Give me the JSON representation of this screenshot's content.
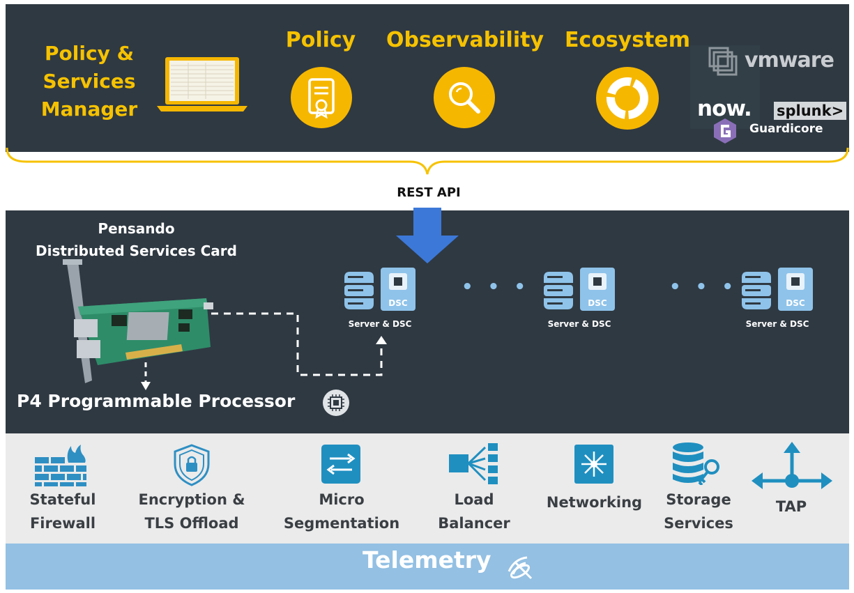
{
  "top": {
    "manager_lines": [
      "Policy &",
      "Services",
      "Manager"
    ],
    "categories": [
      "Policy",
      "Observability",
      "Ecosystem"
    ],
    "partners": [
      "vmware",
      "now.",
      "splunk>",
      "Guardicore"
    ]
  },
  "rest_api": "REST API",
  "card": {
    "title_lines": [
      "Pensando",
      "Distributed Services Card"
    ],
    "processor_label": "P4 Programmable Processor",
    "chip_tag": "DSC",
    "server_label": "Server & DSC",
    "ellipsis": "• • •"
  },
  "services": [
    {
      "lines": [
        "Stateful",
        "Firewall"
      ],
      "icon": "firewall-icon"
    },
    {
      "lines": [
        "Encryption &",
        "TLS Offload"
      ],
      "icon": "shield-lock-icon"
    },
    {
      "lines": [
        "Micro",
        "Segmentation"
      ],
      "icon": "segmentation-icon"
    },
    {
      "lines": [
        "Load",
        "Balancer"
      ],
      "icon": "load-balancer-icon"
    },
    {
      "lines": [
        "Networking"
      ],
      "icon": "network-icon"
    },
    {
      "lines": [
        "Storage",
        "Services"
      ],
      "icon": "storage-icon"
    },
    {
      "lines": [
        "TAP"
      ],
      "icon": "tap-icon"
    }
  ],
  "telemetry": "Telemetry",
  "colors": {
    "dark_panel": "#2f3942",
    "accent_yellow": "#f6c200",
    "blue_arrow": "#3c78d8",
    "light_blue": "#93c0e3",
    "icon_teal": "#1f8fc0"
  }
}
